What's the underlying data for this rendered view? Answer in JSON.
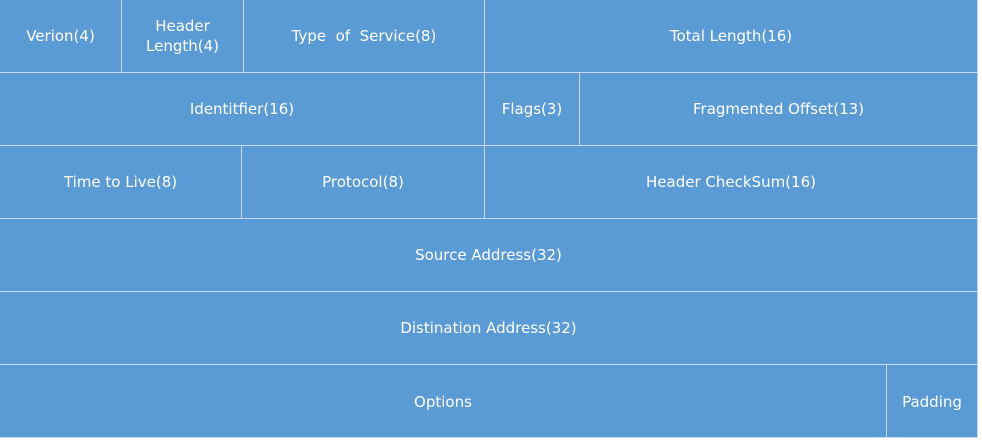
{
  "rows": [
    {
      "cells": [
        {
          "label": "Verion(4)"
        },
        {
          "label": "Header Length(4)"
        },
        {
          "label": "Type  of  Service(8)"
        },
        {
          "label": "Total Length(16)"
        }
      ]
    },
    {
      "cells": [
        {
          "label": "Identitfier(16)"
        },
        {
          "label": "Flags(3)"
        },
        {
          "label": "Fragmented Offset(13)"
        }
      ]
    },
    {
      "cells": [
        {
          "label": "Time to Live(8)"
        },
        {
          "label": "Protocol(8)"
        },
        {
          "label": "Header CheckSum(16)"
        }
      ]
    },
    {
      "cells": [
        {
          "label": "Source Address(32)"
        }
      ]
    },
    {
      "cells": [
        {
          "label": "Distination Address(32)"
        }
      ]
    },
    {
      "cells": [
        {
          "label": "Options"
        },
        {
          "label": "Padding"
        }
      ]
    }
  ],
  "colors": {
    "cell_fill": "#5b9bd5",
    "grid_line": "#c6d9ef",
    "text": "#ffffff"
  }
}
